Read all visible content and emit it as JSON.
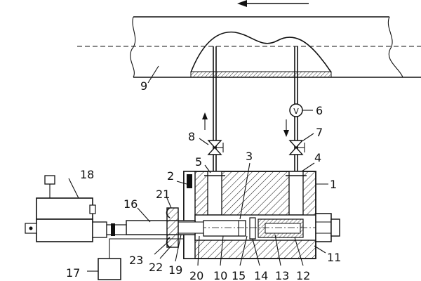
{
  "labels": {
    "l1": "1",
    "l2": "2",
    "l3": "3",
    "l4": "4",
    "l5": "5",
    "l6": "6",
    "l7": "7",
    "l8": "8",
    "l9": "9",
    "l10": "10",
    "l11": "11",
    "l12": "12",
    "l13": "13",
    "l14": "14",
    "l15": "15",
    "l16": "16",
    "l17": "17",
    "l18": "18",
    "l19": "19",
    "l20": "20",
    "l21": "21",
    "l22": "22",
    "l23": "23"
  },
  "valve_symbol": "V"
}
